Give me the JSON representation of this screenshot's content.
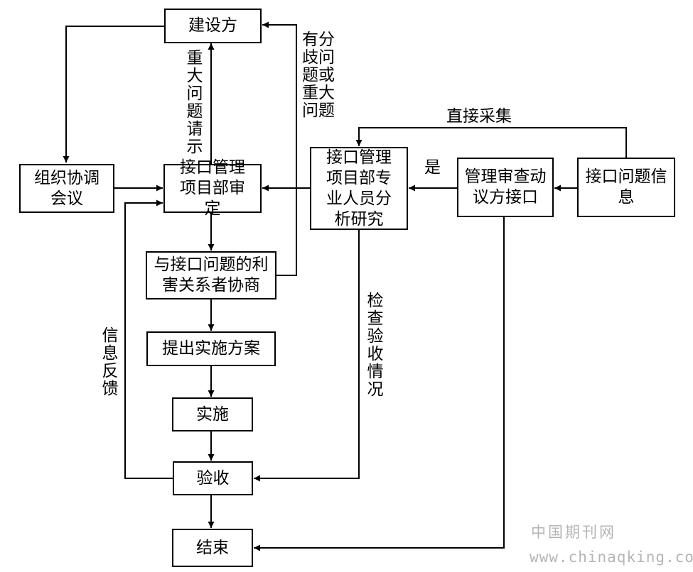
{
  "nodes": {
    "construction_party": "建设方",
    "coordination_meeting": "组织协调会议",
    "project_dept_review": "接口管理项目部审定",
    "stakeholder_negotiation": "与接口问题的利害关系者协商",
    "propose_plan": "提出实施方案",
    "implementation": "实施",
    "acceptance": "验收",
    "conclusion": "结束",
    "staff_analysis": "接口管理项目部专业人员分析研究",
    "review_interface": "管理审查动议方接口",
    "interface_info": "接口问题信息"
  },
  "edge_labels": {
    "major_issue_request": "重大问题请示",
    "disputed_or_major": "有分歧问题或重大问题",
    "direct_collection": "直接采集",
    "yes": "是",
    "check_acceptance": "检查验收情况",
    "feedback": "信息反馈"
  },
  "watermark": {
    "cn": "中国期刊网",
    "url": "www.chinaqking.com"
  }
}
